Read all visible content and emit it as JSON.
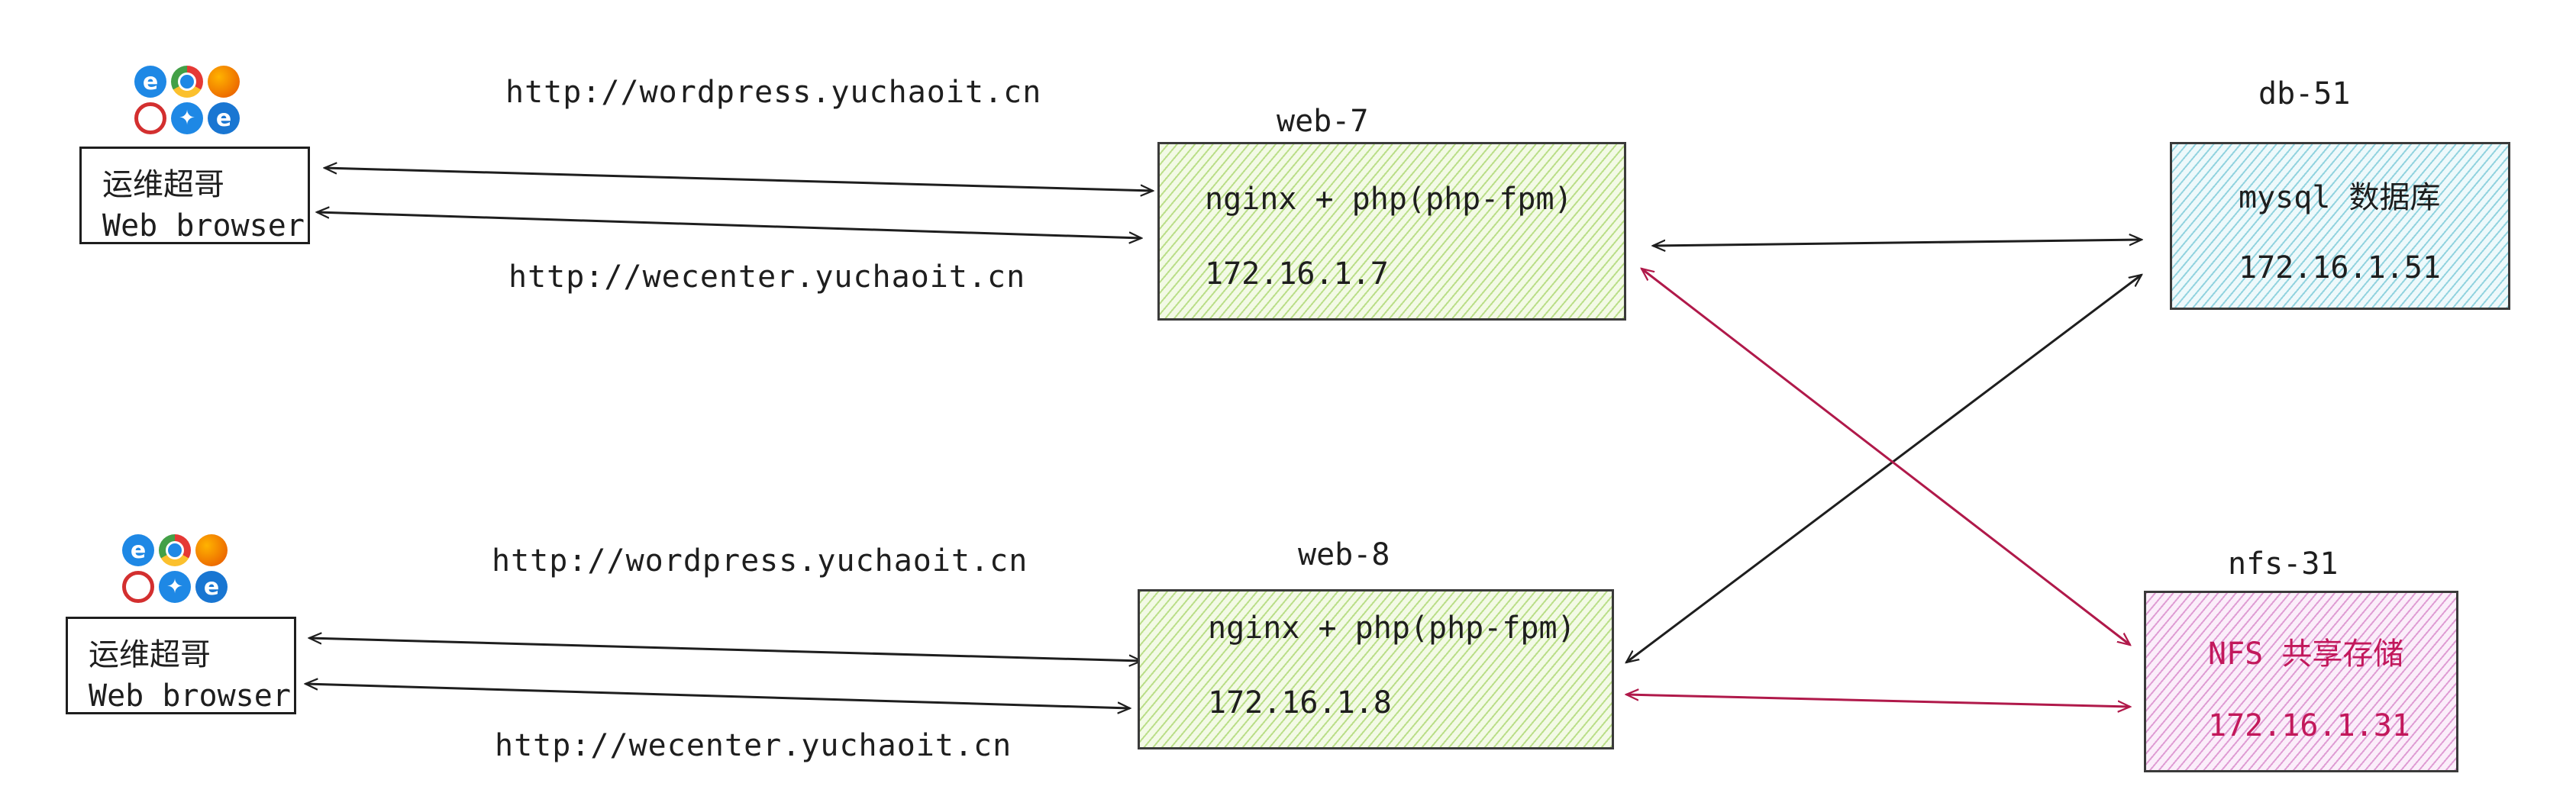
{
  "clients": [
    {
      "line1": "运维超哥",
      "line2": "Web browser",
      "url_top": "http://wordpress.yuchaoit.cn",
      "url_bottom": "http://wecenter.yuchaoit.cn"
    },
    {
      "line1": "运维超哥",
      "line2": "Web browser",
      "url_top": "http://wordpress.yuchaoit.cn",
      "url_bottom": "http://wecenter.yuchaoit.cn"
    }
  ],
  "browser_icons": [
    "ie-icon",
    "chrome-icon",
    "firefox-icon",
    "opera-icon",
    "safari-icon",
    "edge-icon"
  ],
  "nodes": {
    "web7": {
      "title": "web-7",
      "line1": "nginx + php(php-fpm)",
      "line2": "172.16.1.7"
    },
    "web8": {
      "title": "web-8",
      "line1": "nginx + php(php-fpm)",
      "line2": "172.16.1.8"
    },
    "db51": {
      "title": "db-51",
      "line1": "mysql 数据库",
      "line2": "172.16.1.51"
    },
    "nfs31": {
      "title": "nfs-31",
      "line1": "NFS 共享存储",
      "line2": "172.16.1.31"
    }
  },
  "colors": {
    "arrow_black": "#1e1e1e",
    "arrow_red": "#b0194a",
    "nfs_text": "#c2185b",
    "web_fill": "#8cc83c",
    "db_fill": "#46b4c8",
    "nfs_fill": "#c85ab4"
  }
}
